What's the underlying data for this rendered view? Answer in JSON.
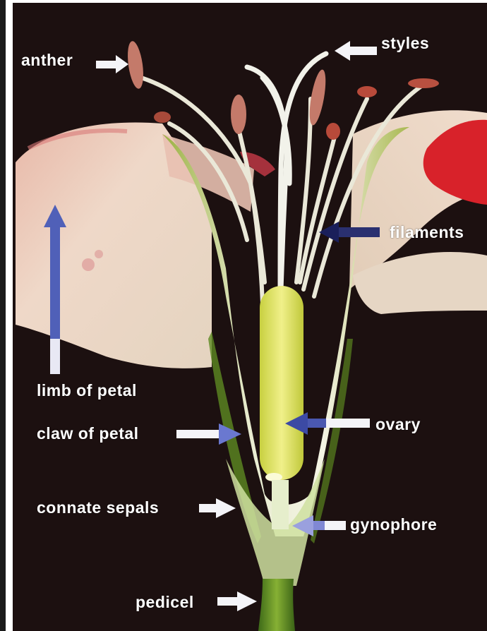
{
  "colors": {
    "background": "#1c1010",
    "frame": "#ffffff",
    "label_text": "#ffffff",
    "arrow_white": "#f4f4f8",
    "arrow_blue": "#4a5ab0",
    "arrow_dark_blue": "#1a1f5a"
  },
  "labels": {
    "anther": "anther",
    "styles": "styles",
    "filaments": "filaments",
    "limb_of_petal": "limb of petal",
    "claw_of_petal": "claw of petal",
    "ovary": "ovary",
    "connate_sepals": "connate sepals",
    "gynophore": "gynophore",
    "pedicel": "pedicel"
  }
}
